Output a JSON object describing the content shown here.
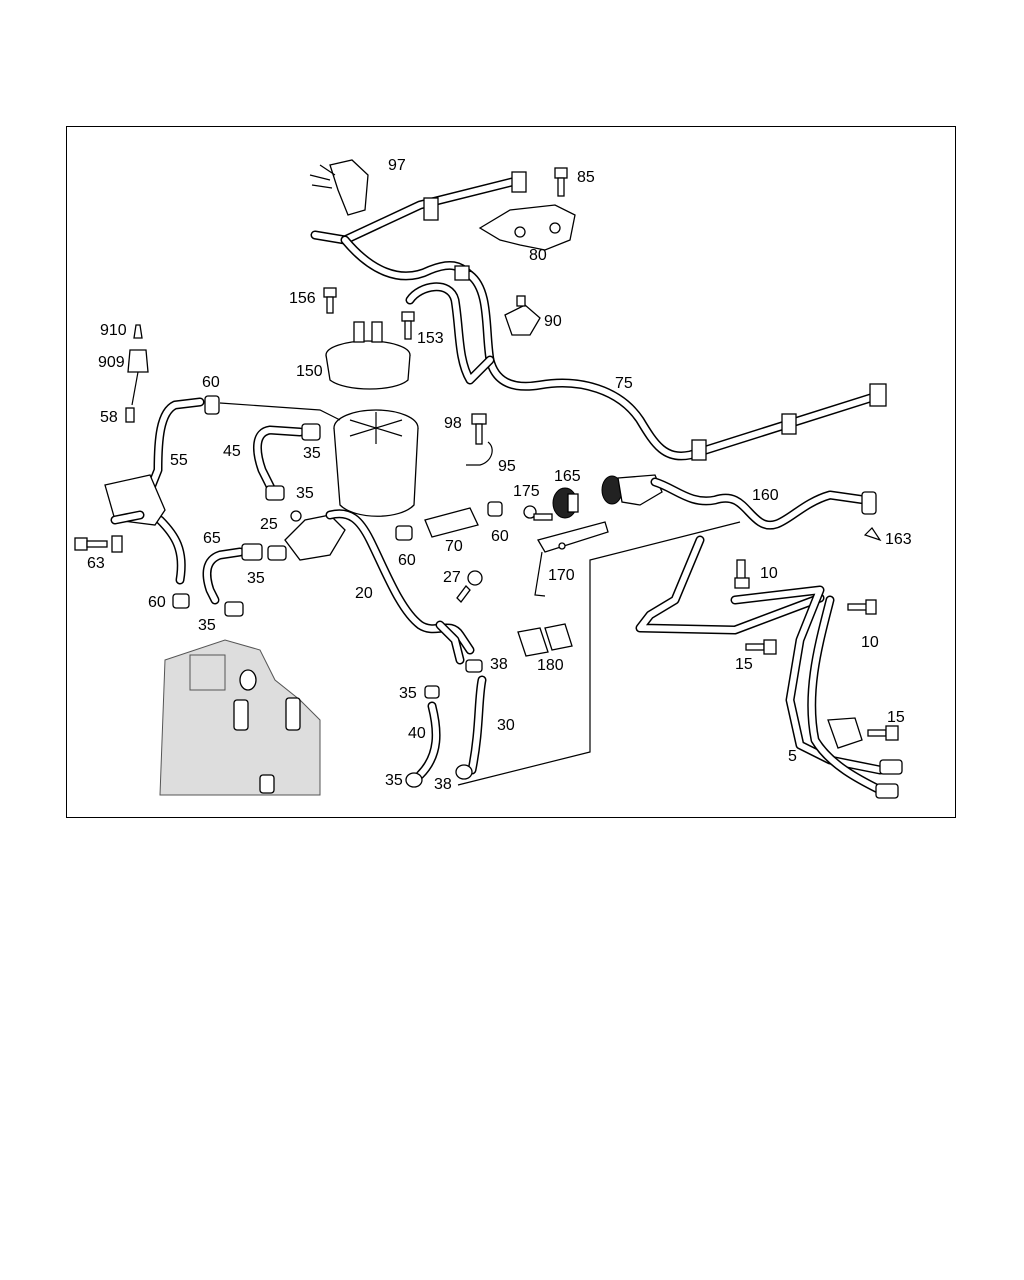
{
  "diagram": {
    "labels": [
      {
        "id": "97",
        "text": "97"
      },
      {
        "id": "85",
        "text": "85"
      },
      {
        "id": "80",
        "text": "80"
      },
      {
        "id": "156",
        "text": "156"
      },
      {
        "id": "90",
        "text": "90"
      },
      {
        "id": "153",
        "text": "153"
      },
      {
        "id": "910",
        "text": "910"
      },
      {
        "id": "909",
        "text": "909"
      },
      {
        "id": "150",
        "text": "150"
      },
      {
        "id": "75",
        "text": "75"
      },
      {
        "id": "60a",
        "text": "60"
      },
      {
        "id": "58",
        "text": "58"
      },
      {
        "id": "98",
        "text": "98"
      },
      {
        "id": "45",
        "text": "45"
      },
      {
        "id": "35a",
        "text": "35"
      },
      {
        "id": "55",
        "text": "55"
      },
      {
        "id": "95",
        "text": "95"
      },
      {
        "id": "165",
        "text": "165"
      },
      {
        "id": "175",
        "text": "175"
      },
      {
        "id": "160",
        "text": "160"
      },
      {
        "id": "35b",
        "text": "35"
      },
      {
        "id": "25",
        "text": "25"
      },
      {
        "id": "60b",
        "text": "60"
      },
      {
        "id": "163",
        "text": "163"
      },
      {
        "id": "65",
        "text": "65"
      },
      {
        "id": "70",
        "text": "70"
      },
      {
        "id": "63",
        "text": "63"
      },
      {
        "id": "60c",
        "text": "60"
      },
      {
        "id": "35c",
        "text": "35"
      },
      {
        "id": "27",
        "text": "27"
      },
      {
        "id": "170",
        "text": "170"
      },
      {
        "id": "10a",
        "text": "10"
      },
      {
        "id": "20",
        "text": "20"
      },
      {
        "id": "60d",
        "text": "60"
      },
      {
        "id": "35d",
        "text": "35"
      },
      {
        "id": "10b",
        "text": "10"
      },
      {
        "id": "38a",
        "text": "38"
      },
      {
        "id": "180",
        "text": "180"
      },
      {
        "id": "15a",
        "text": "15"
      },
      {
        "id": "35e",
        "text": "35"
      },
      {
        "id": "30",
        "text": "30"
      },
      {
        "id": "40",
        "text": "40"
      },
      {
        "id": "15b",
        "text": "15"
      },
      {
        "id": "5",
        "text": "5"
      },
      {
        "id": "35f",
        "text": "35"
      },
      {
        "id": "38b",
        "text": "38"
      }
    ]
  },
  "colors": {
    "line": "#000000",
    "background": "#ffffff"
  }
}
